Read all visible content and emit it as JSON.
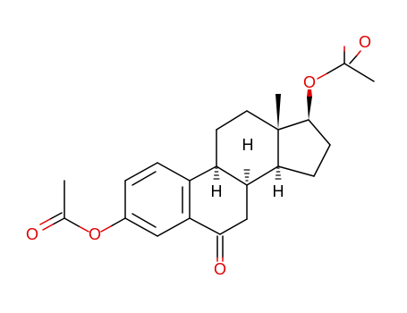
{
  "molecule": {
    "atom_labels": {
      "o_ketone": "O",
      "o_ester_left": "O",
      "o_carbonyl_left": "O",
      "o_ester_right": "O",
      "o_carbonyl_right": "O",
      "h_c9": "H",
      "h_c8": "H",
      "h_c14": "H"
    }
  },
  "colors": {
    "bond": "#000000",
    "oxygen": "#e00000",
    "background": "#ffffff"
  }
}
